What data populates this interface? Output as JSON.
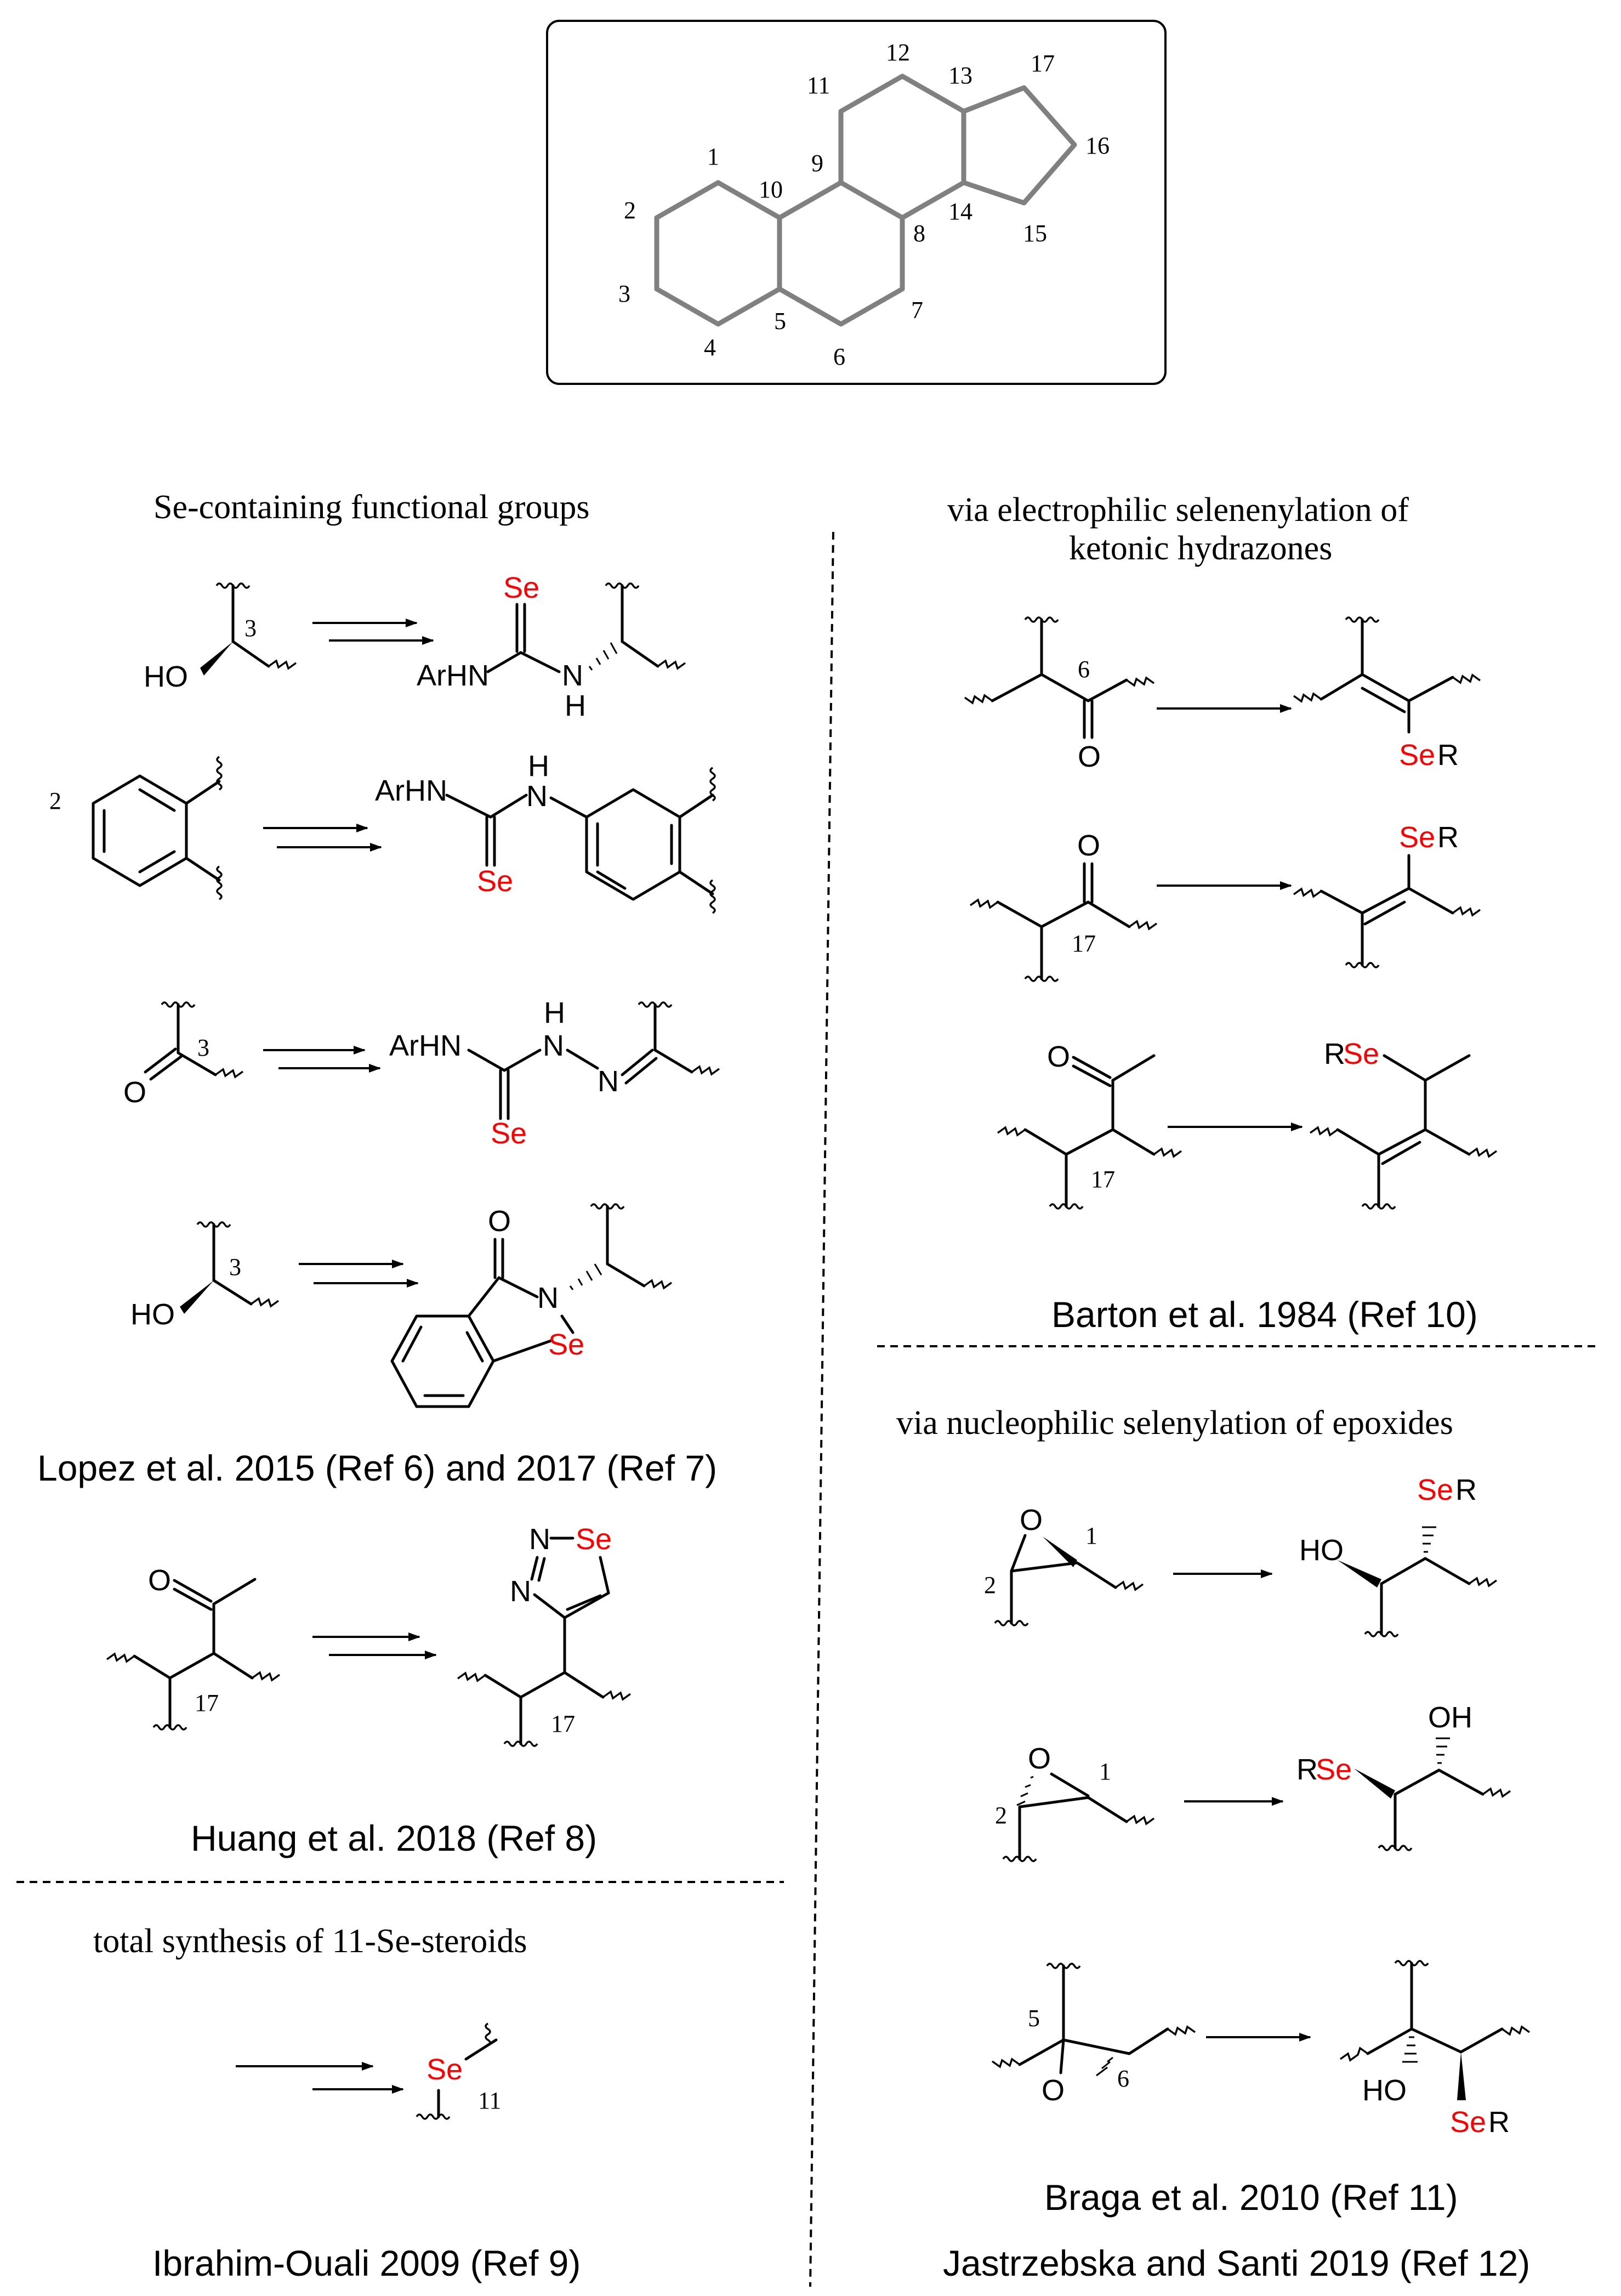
{
  "core": {
    "numbers": [
      "1",
      "2",
      "3",
      "4",
      "5",
      "6",
      "7",
      "8",
      "9",
      "10",
      "11",
      "12",
      "13",
      "14",
      "15",
      "16",
      "17"
    ]
  },
  "sections": {
    "left_title": "Se-containing  functional groups",
    "right_top_title_line1": "via electrophilic selenenylation of",
    "right_top_title_line2": "ketonic hydrazones",
    "right_bottom_title": "via nucleophilic selenylation of epoxides",
    "left_bottom_title": "total synthesis of 11-Se-steroids"
  },
  "references": {
    "lopez": "Lopez et al. 2015 (Ref 6) and 2017 (Ref 7)",
    "huang": "Huang et al. 2018 (Ref 8)",
    "ibrahim": "Ibrahim-Ouali 2009 (Ref 9)",
    "barton": "Barton et al. 1984 (Ref 10)",
    "braga": "Braga et al. 2010 (Ref 11)",
    "jastrzebska": "Jastrzebska and Santi 2019 (Ref 12)"
  },
  "atoms": {
    "se": "Se",
    "ser": "SeR",
    "rse": "RSe",
    "arhn": "ArHN",
    "nh": "N",
    "h": "H",
    "n": "N",
    "o": "O",
    "ho": "HO",
    "oh": "OH",
    "r": "R"
  },
  "positions": {
    "p1": "1",
    "p2": "2",
    "p3": "3",
    "p5": "5",
    "p6": "6",
    "p11": "11",
    "p17": "17"
  },
  "colors": {
    "selenium": "#ff0000",
    "core_ring": "#808080",
    "line": "#000000"
  }
}
